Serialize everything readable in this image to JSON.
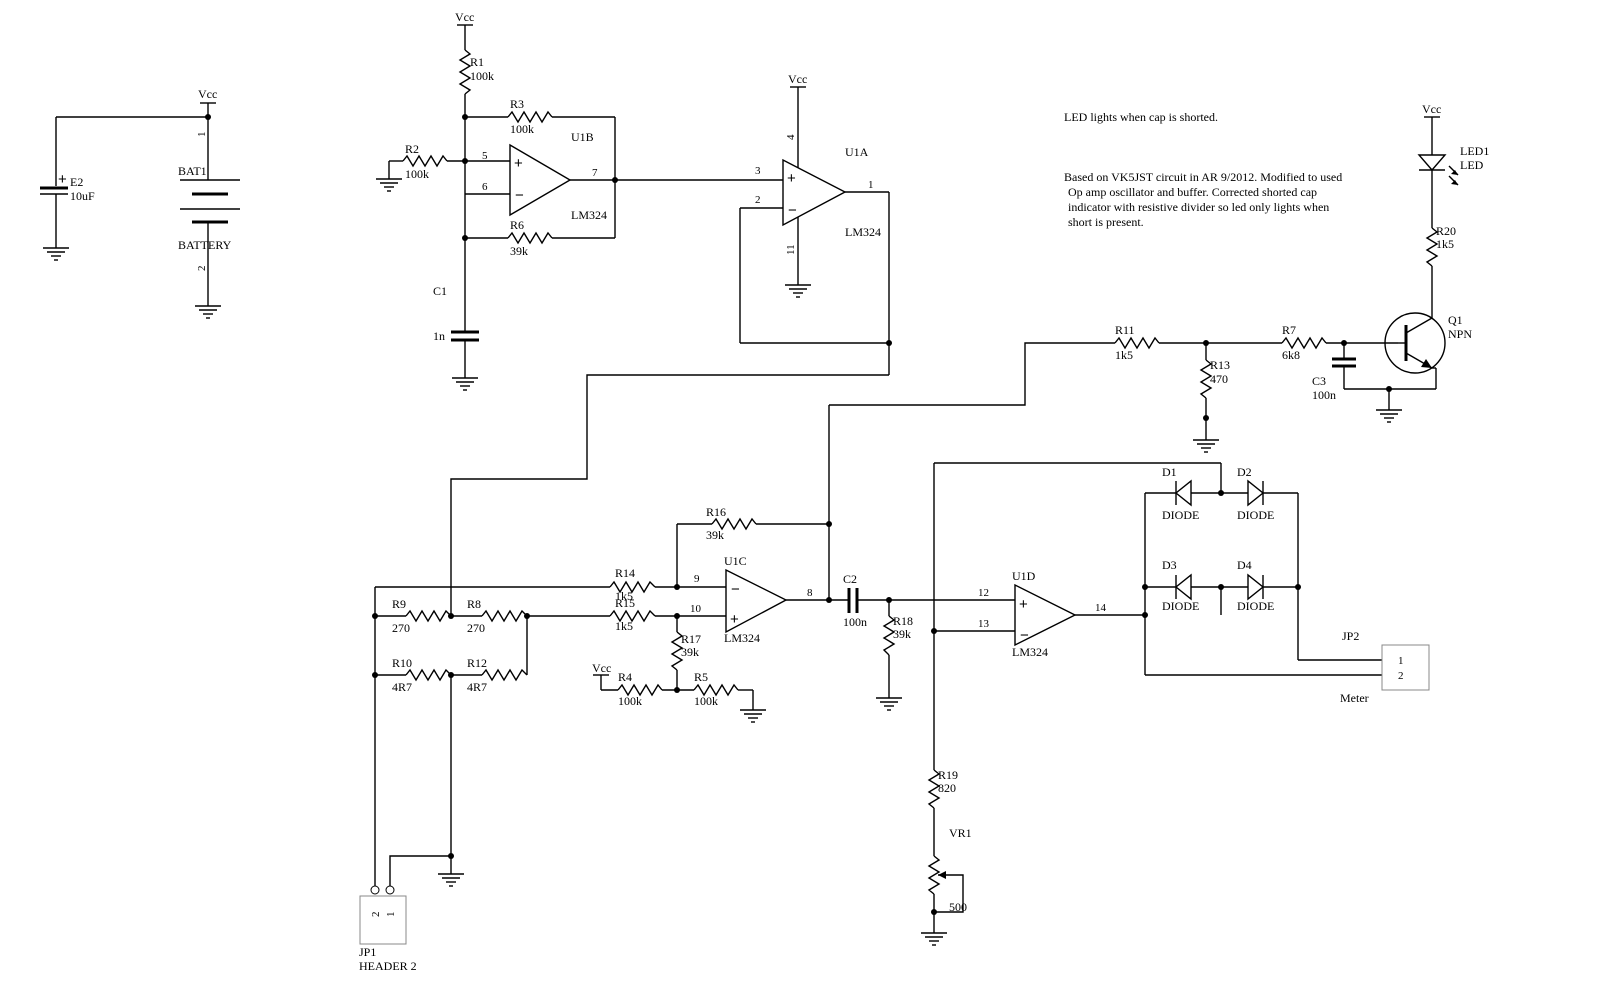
{
  "notes": {
    "led_note": "LED lights when cap is shorted.",
    "based_on": [
      "Based on VK5JST circuit in AR 9/2012. Modified to used",
      "Op amp oscillator and buffer. Corrected shorted cap",
      "indicator with resistive divider so led only lights when",
      "short is present."
    ]
  },
  "power": {
    "vcc": "Vcc"
  },
  "battery": {
    "e2_ref": "E2",
    "e2_val": "10uF",
    "bat_ref": "BAT1",
    "bat_val": "BATTERY",
    "pin1": "1",
    "pin2": "2"
  },
  "resistors": {
    "r1": {
      "ref": "R1",
      "val": "100k"
    },
    "r2": {
      "ref": "R2",
      "val": "100k"
    },
    "r3": {
      "ref": "R3",
      "val": "100k"
    },
    "r4": {
      "ref": "R4",
      "val": "100k"
    },
    "r5": {
      "ref": "R5",
      "val": "100k"
    },
    "r6": {
      "ref": "R6",
      "val": "39k"
    },
    "r7": {
      "ref": "R7",
      "val": "6k8"
    },
    "r8": {
      "ref": "R8",
      "val": "270"
    },
    "r9": {
      "ref": "R9",
      "val": "270"
    },
    "r10": {
      "ref": "R10",
      "val": "4R7"
    },
    "r11": {
      "ref": "R11",
      "val": "1k5"
    },
    "r12": {
      "ref": "R12",
      "val": "4R7"
    },
    "r13": {
      "ref": "R13",
      "val": "470"
    },
    "r14": {
      "ref": "R14",
      "val": "1k5"
    },
    "r15": {
      "ref": "R15",
      "val": "1k5"
    },
    "r16": {
      "ref": "R16",
      "val": "39k"
    },
    "r17": {
      "ref": "R17",
      "val": "39k"
    },
    "r18": {
      "ref": "R18",
      "val": "39k"
    },
    "r19": {
      "ref": "R19",
      "val": "820"
    },
    "r20": {
      "ref": "R20",
      "val": "1k5"
    }
  },
  "capacitors": {
    "c1": {
      "ref": "C1",
      "val": "1n"
    },
    "c2": {
      "ref": "C2",
      "val": "100n"
    },
    "c3": {
      "ref": "C3",
      "val": "100n"
    }
  },
  "opamps": {
    "u1a": {
      "ref": "U1A",
      "part": "LM324",
      "p_plus": "3",
      "p_minus": "2",
      "p_out": "1",
      "p_v": "4",
      "p_g": "11"
    },
    "u1b": {
      "ref": "U1B",
      "part": "LM324",
      "p_plus": "5",
      "p_minus": "6",
      "p_out": "7"
    },
    "u1c": {
      "ref": "U1C",
      "part": "LM324",
      "p_minus": "9",
      "p_plus": "10",
      "p_out": "8"
    },
    "u1d": {
      "ref": "U1D",
      "part": "LM324",
      "p_plus": "12",
      "p_minus": "13",
      "p_out": "14"
    }
  },
  "diodes": {
    "d1": {
      "ref": "D1",
      "val": "DIODE"
    },
    "d2": {
      "ref": "D2",
      "val": "DIODE"
    },
    "d3": {
      "ref": "D3",
      "val": "DIODE"
    },
    "d4": {
      "ref": "D4",
      "val": "DIODE"
    }
  },
  "led": {
    "ref": "LED1",
    "val": "LED"
  },
  "transistor": {
    "ref": "Q1",
    "val": "NPN"
  },
  "pot": {
    "ref": "VR1",
    "val": "500"
  },
  "jp1": {
    "ref": "JP1",
    "val": "HEADER 2",
    "pin1": "1",
    "pin2": "2"
  },
  "jp2": {
    "ref": "JP2",
    "val": "Meter",
    "pin1": "1",
    "pin2": "2"
  }
}
